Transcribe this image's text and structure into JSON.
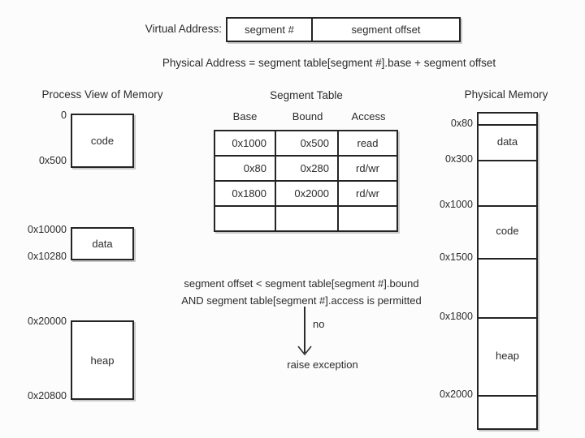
{
  "virtual_address": {
    "label": "Virtual Address:",
    "fields": [
      {
        "label": "segment #"
      },
      {
        "label": "segment offset"
      }
    ]
  },
  "formula": "Physical Address = segment table[segment #].base + segment offset",
  "process_view": {
    "title": "Process View of Memory",
    "segments": [
      {
        "name": "code",
        "start": "0",
        "end": "0x500"
      },
      {
        "name": "data",
        "start": "0x10000",
        "end": "0x10280"
      },
      {
        "name": "heap",
        "start": "0x20000",
        "end": "0x20800"
      }
    ]
  },
  "segment_table": {
    "title": "Segment Table",
    "columns": [
      "Base",
      "Bound",
      "Access"
    ],
    "rows": [
      [
        "0x1000",
        "0x500",
        "read"
      ],
      [
        "0x80",
        "0x280",
        "rd/wr"
      ],
      [
        "0x1800",
        "0x2000",
        "rd/wr"
      ],
      [
        "",
        "",
        ""
      ]
    ]
  },
  "bounds_check": {
    "condition_line1": "segment offset < segment table[segment #].bound",
    "condition_line2": "AND segment table[segment #].access is permitted",
    "arrow_label": "no",
    "result": "raise exception"
  },
  "physical_memory": {
    "title": "Physical Memory",
    "boundaries": [
      "0x80",
      "0x300",
      "0x1000",
      "0x1500",
      "0x1800",
      "0x2000"
    ],
    "regions": [
      {
        "name": "data",
        "from": "0x80",
        "to": "0x300"
      },
      {
        "name": "code",
        "from": "0x1000",
        "to": "0x1500"
      },
      {
        "name": "heap",
        "from": "0x1800",
        "to": "0x2000"
      }
    ]
  },
  "colors": {
    "ink": "#2b2b2b",
    "line": "#242424",
    "background": "#fcfcfc"
  }
}
